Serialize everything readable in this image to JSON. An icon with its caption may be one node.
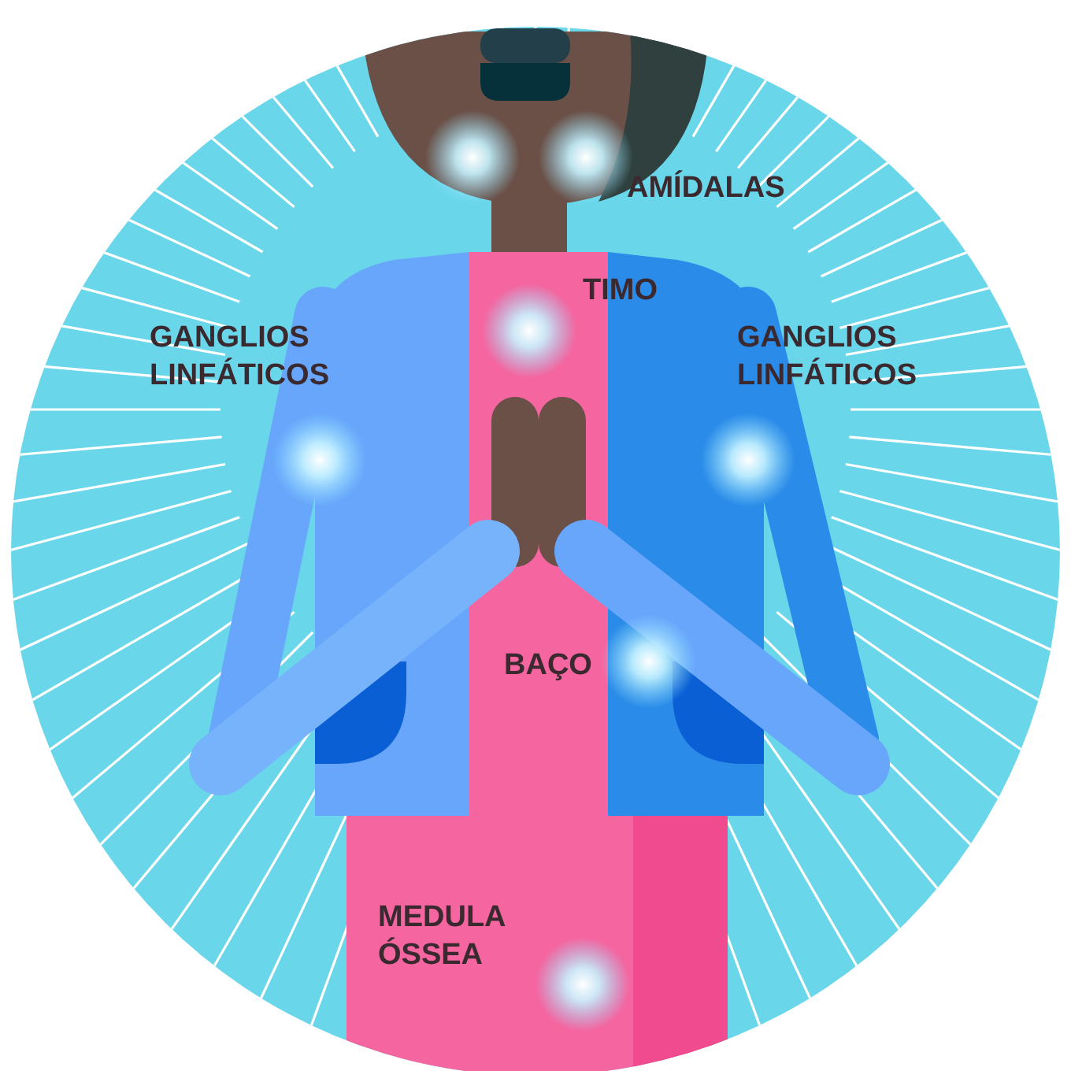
{
  "diagram": {
    "labels": [
      "AMÍDALAS",
      "TIMO",
      "GANGLIOS LINFÁTICOS",
      "GANGLIOS LINFÁTICOS",
      "BAÇO",
      "MEDULA ÓSSEA"
    ]
  }
}
